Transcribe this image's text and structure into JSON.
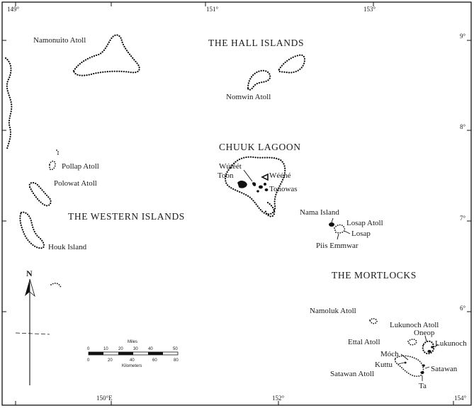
{
  "map": {
    "graticule": {
      "top_ticks": [
        "149°",
        "151°",
        "153°"
      ],
      "bottom_ticks": [
        "150°E",
        "152°",
        "154°"
      ],
      "right_ticks": [
        "9°",
        "8°",
        "7°",
        "6°"
      ]
    },
    "regions": {
      "hall_islands": "THE HALL ISLANDS",
      "chuuk_lagoon": "CHUUK LAGOON",
      "western_islands": "THE WESTERN ISLANDS",
      "mortlocks": "THE MORTLOCKS"
    },
    "places": {
      "namonuito": "Namonuito Atoll",
      "nomwin": "Nomwin Atoll",
      "pollap": "Pollap Atoll",
      "polowat": "Polowat Atoll",
      "houk": "Houk Island",
      "wuteet": "Wútéét",
      "toon": "Toon",
      "weene": "Wééné",
      "tonowas": "Tonowas",
      "nama": "Nama Island",
      "losap_atoll": "Losap Atoll",
      "losap": "Losap",
      "piis_emmwar": "Piis Emmwar",
      "namoluk": "Namoluk Atoll",
      "lukunoch_atoll": "Lukunoch Atoll",
      "oneop": "Oneop",
      "ettal": "Ettal Atoll",
      "lukunoch": "Lukunoch",
      "moch": "Móch",
      "kuttu": "Kuttu",
      "satawan_atoll": "Satawan Atoll",
      "satawan": "Satawan",
      "ta": "Ta"
    },
    "north_arrow": "N",
    "scale_bar": {
      "miles_label": "Miles",
      "km_label": "Kilometers",
      "miles_ticks": [
        "0",
        "10",
        "20",
        "30",
        "40",
        "50"
      ],
      "km_ticks": [
        "0",
        "20",
        "40",
        "60",
        "80"
      ]
    }
  }
}
